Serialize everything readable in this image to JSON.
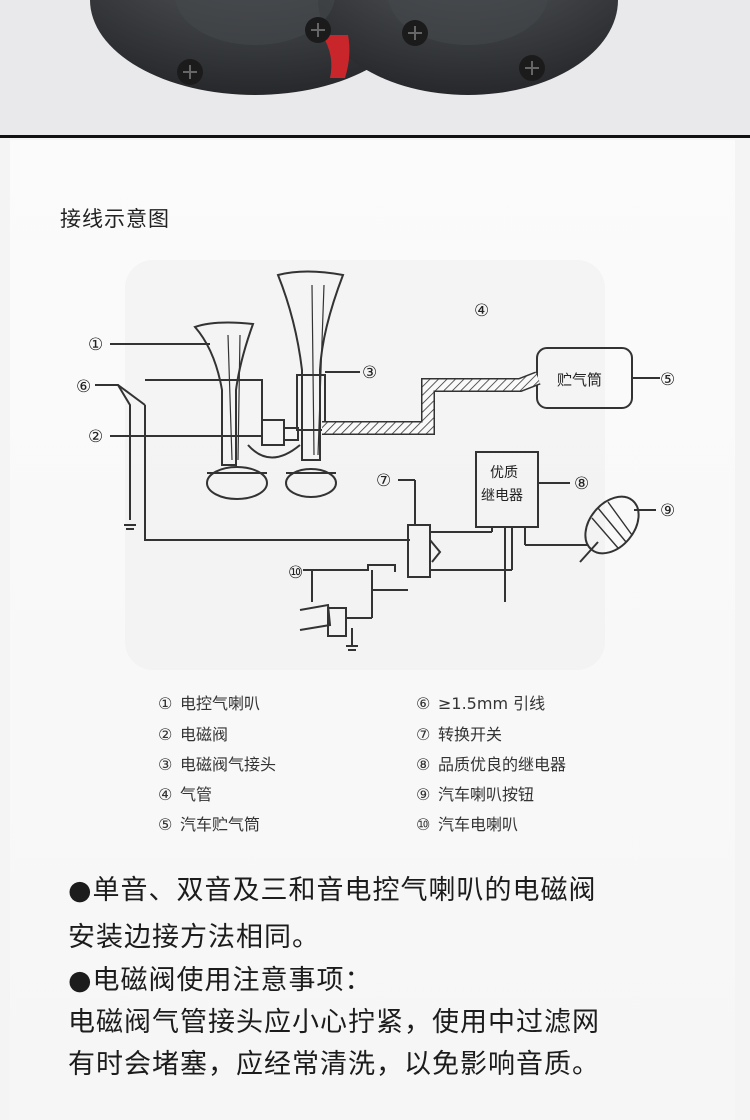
{
  "title": "接线示意图",
  "diagram": {
    "labels": {
      "n1": "①",
      "n2": "②",
      "n3": "③",
      "n4": "④",
      "n5": "⑤",
      "n6": "⑥",
      "n7": "⑦",
      "n8": "⑧",
      "n9": "⑨",
      "n10": "⑩",
      "tank": "贮气筒",
      "relay_line1": "优质",
      "relay_line2": "继电器"
    }
  },
  "legend": [
    {
      "num": "①",
      "text": "电控气喇叭"
    },
    {
      "num": "②",
      "text": "电磁阀"
    },
    {
      "num": "③",
      "text": "电磁阀气接头"
    },
    {
      "num": "④",
      "text": "气管"
    },
    {
      "num": "⑤",
      "text": "汽车贮气筒"
    },
    {
      "num": "⑥",
      "text": "≥1.5mm 引线"
    },
    {
      "num": "⑦",
      "text": "转换开关"
    },
    {
      "num": "⑧",
      "text": "品质优良的继电器"
    },
    {
      "num": "⑨",
      "text": "汽车喇叭按钮"
    },
    {
      "num": "⑩",
      "text": "汽车电喇叭"
    }
  ],
  "notes": [
    "●单音、双音及三和音电控气喇叭的电磁阀",
    "安装边接方法相同。",
    "●电磁阀使用注意事项：",
    "电磁阀气管接头应小心拧紧，使用中过滤网",
    "有时会堵塞，应经常清洗，以免影响音质。"
  ]
}
